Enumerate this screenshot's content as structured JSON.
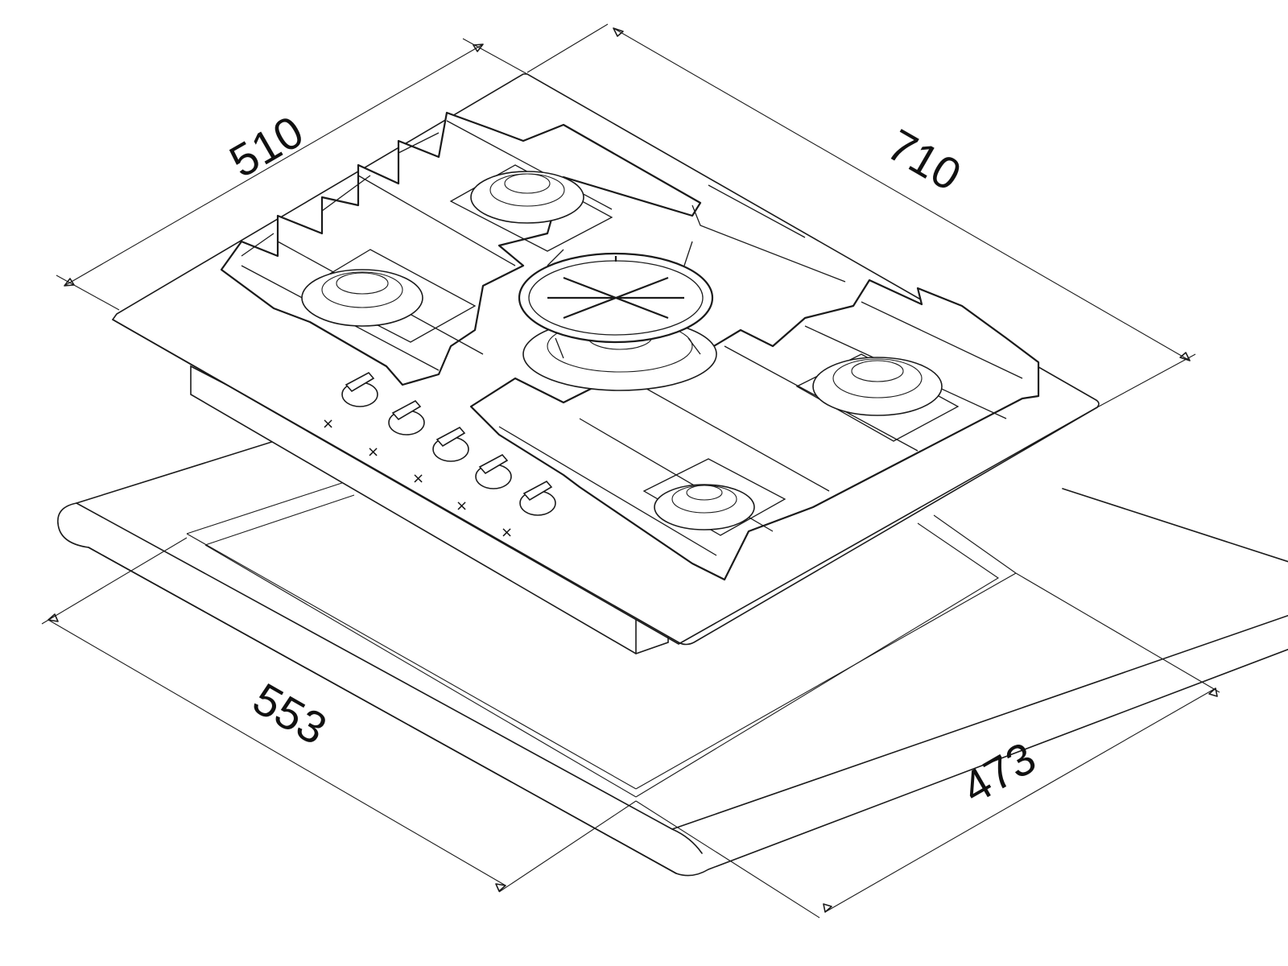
{
  "diagram": {
    "dimensions": {
      "hob_depth": "510",
      "hob_width": "710",
      "cutout_width": "553",
      "cutout_depth": "473"
    },
    "knob_count": 5,
    "burner_count": 5,
    "colors": {
      "line": "#1a1a1a",
      "background": "#ffffff"
    }
  }
}
